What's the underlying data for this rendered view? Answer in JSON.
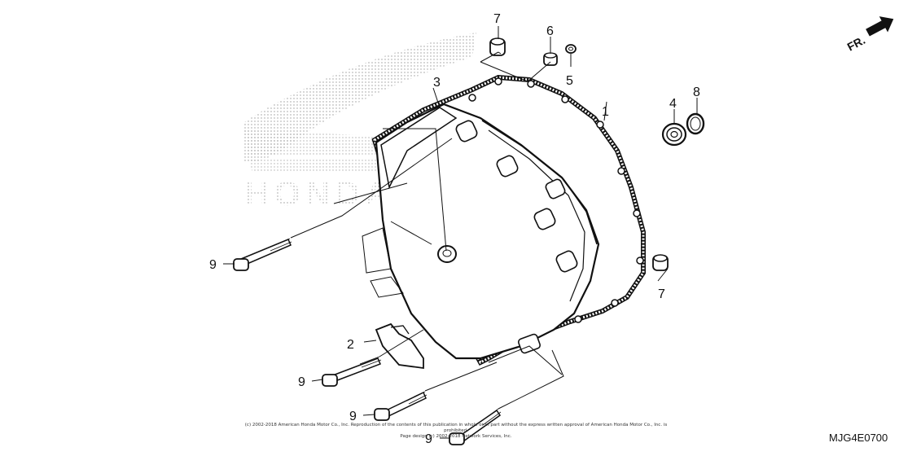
{
  "diagram": {
    "code": "MJG4E0700",
    "front_arrow_label": "FR.",
    "watermark_text": "HONDA",
    "copyright_line1": "(c) 2002-2018 American Honda Motor Co., Inc. Reproduction of the contents of this publication in whole or in part without the express written approval of American Honda Motor Co., Inc. is prohibited.",
    "copyright_line2": "Page design (c) 2002-2018 Network Services, Inc."
  },
  "callouts": {
    "c1": "1",
    "c2": "2",
    "c3": "3",
    "c4": "4",
    "c5": "5",
    "c6": "6",
    "c7a": "7",
    "c7b": "7",
    "c8": "8",
    "c9a": "9",
    "c9b": "9",
    "c9c": "9",
    "c9d": "9"
  }
}
